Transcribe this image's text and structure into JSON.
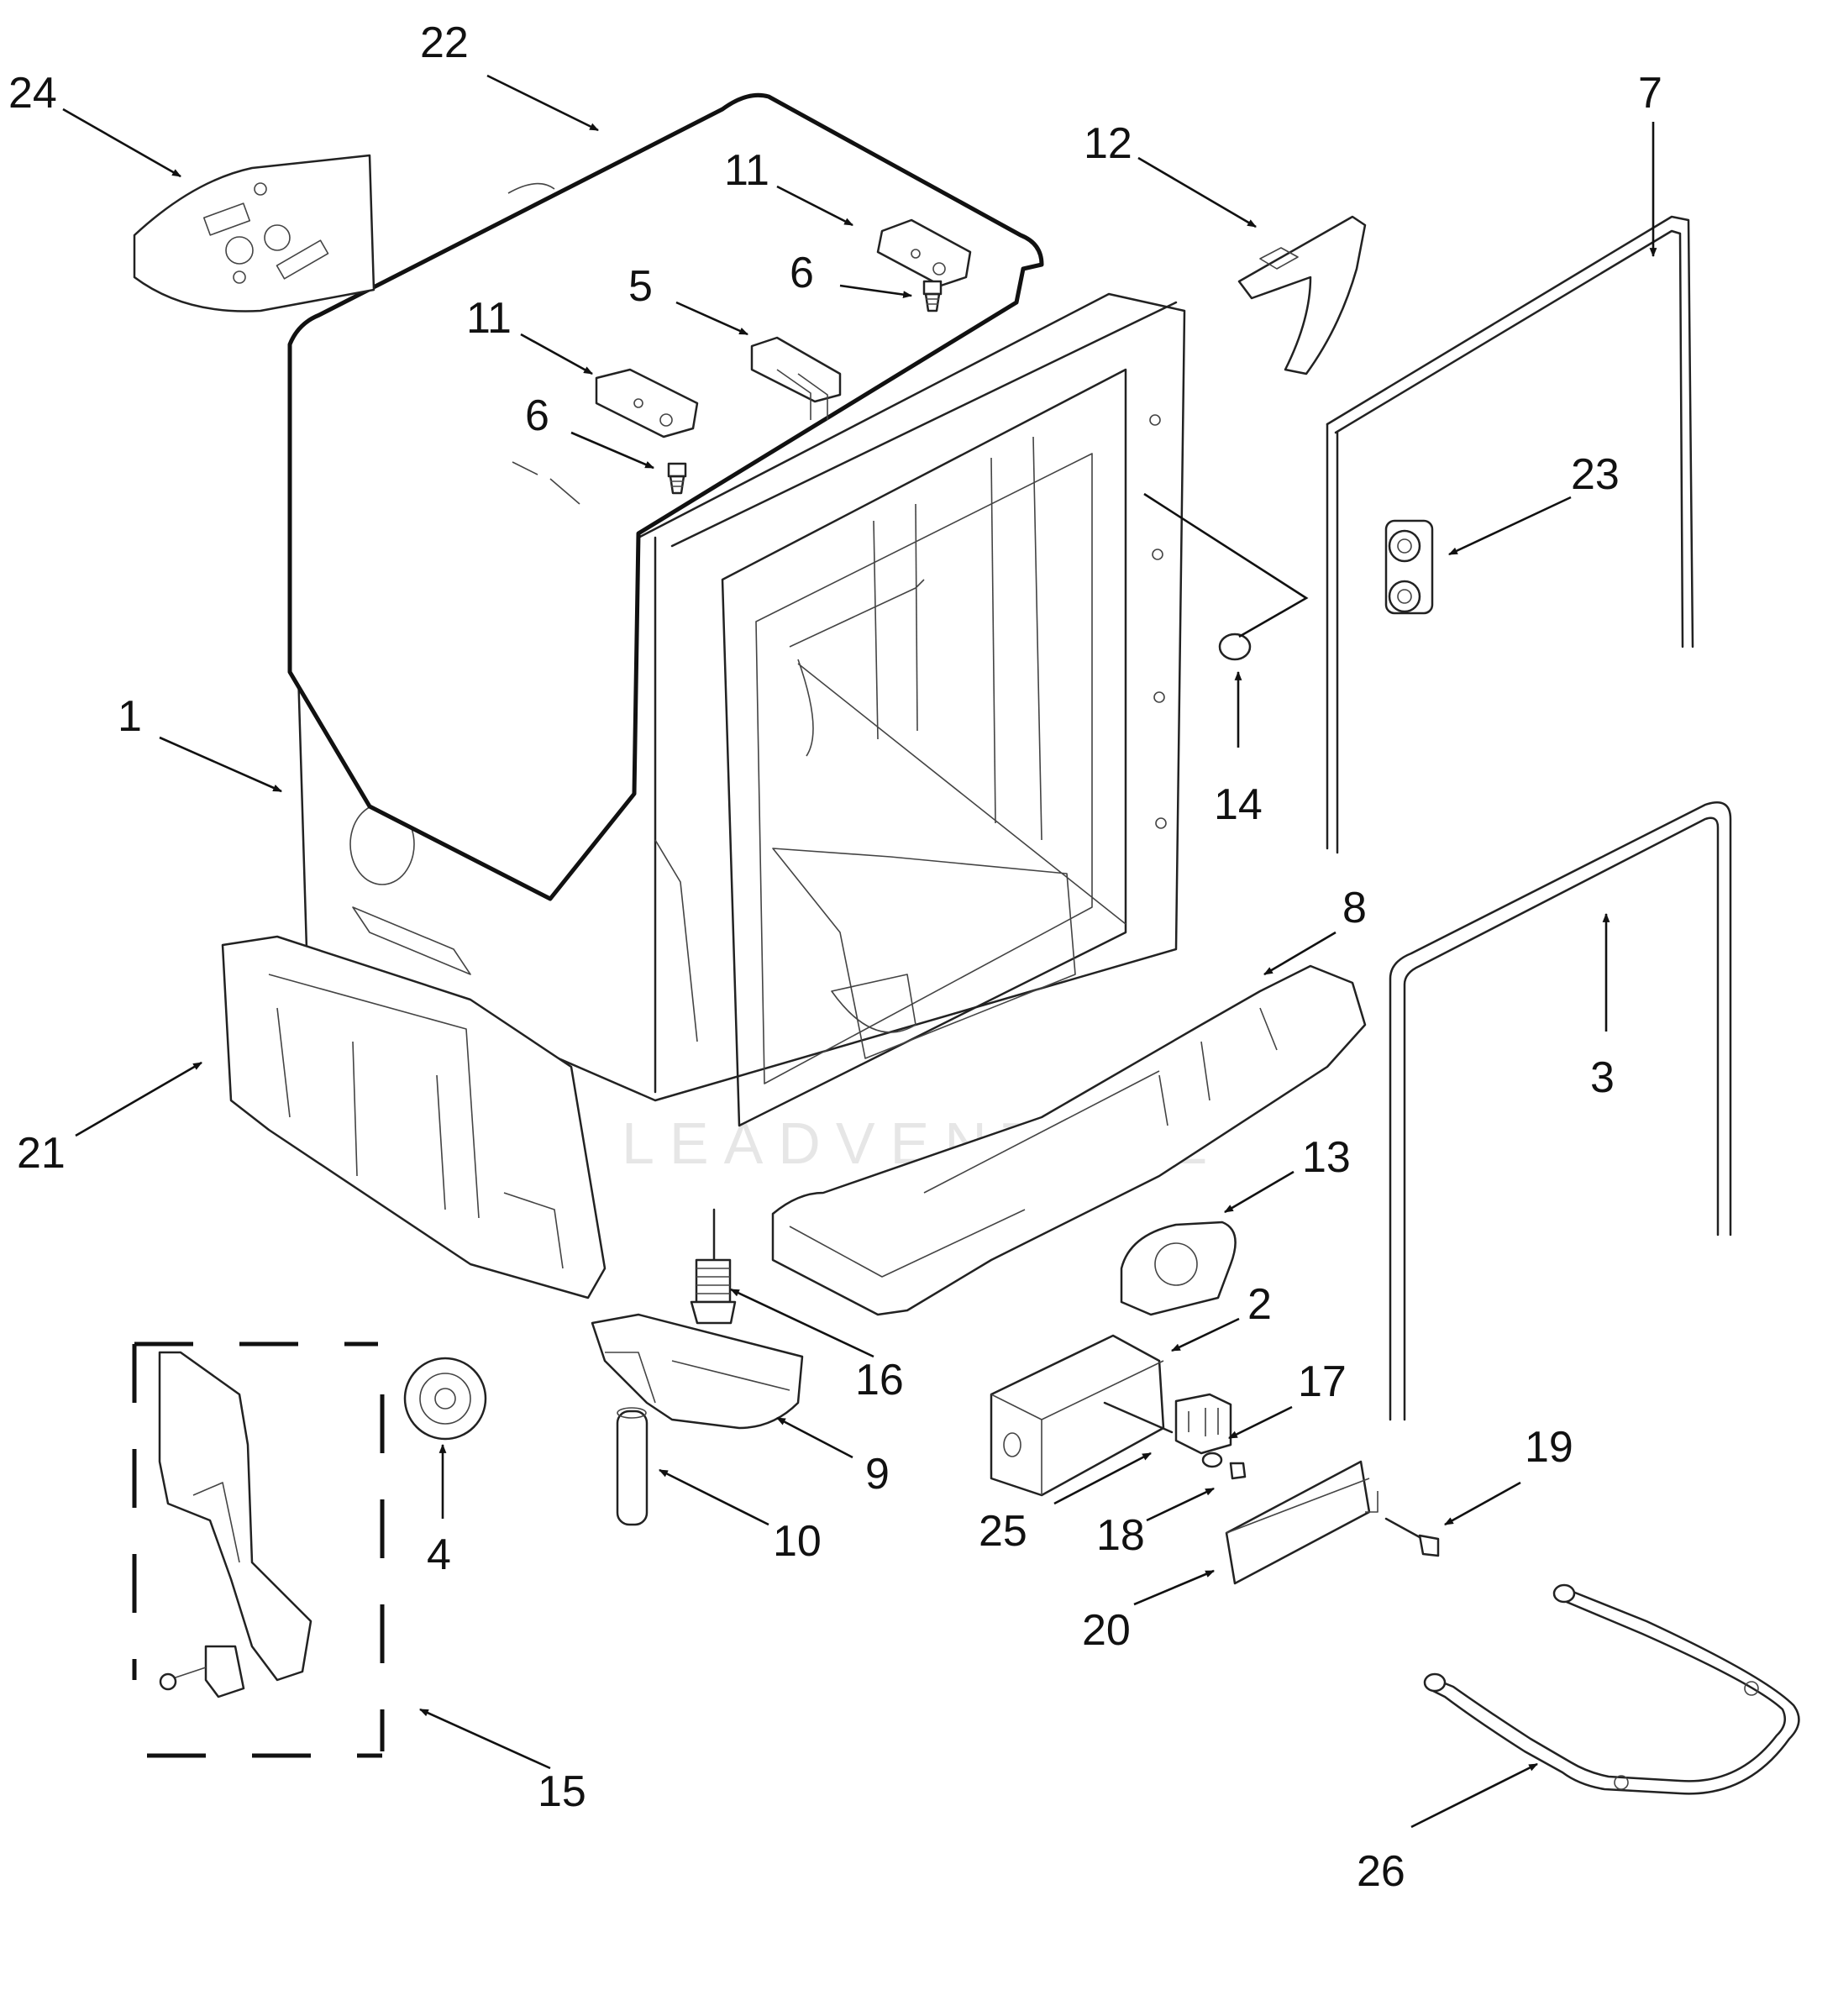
{
  "watermark": "LEADVENTURE",
  "callouts": [
    {
      "id": "c1",
      "text": "1"
    },
    {
      "id": "c2",
      "text": "2"
    },
    {
      "id": "c3",
      "text": "3"
    },
    {
      "id": "c4",
      "text": "4"
    },
    {
      "id": "c5",
      "text": "5"
    },
    {
      "id": "c6a",
      "text": "6"
    },
    {
      "id": "c6b",
      "text": "6"
    },
    {
      "id": "c7",
      "text": "7"
    },
    {
      "id": "c8",
      "text": "8"
    },
    {
      "id": "c9",
      "text": "9"
    },
    {
      "id": "c10",
      "text": "10"
    },
    {
      "id": "c11a",
      "text": "11"
    },
    {
      "id": "c11b",
      "text": "11"
    },
    {
      "id": "c12",
      "text": "12"
    },
    {
      "id": "c13",
      "text": "13"
    },
    {
      "id": "c14",
      "text": "14"
    },
    {
      "id": "c15",
      "text": "15"
    },
    {
      "id": "c16",
      "text": "16"
    },
    {
      "id": "c17",
      "text": "17"
    },
    {
      "id": "c18",
      "text": "18"
    },
    {
      "id": "c19",
      "text": "19"
    },
    {
      "id": "c20",
      "text": "20"
    },
    {
      "id": "c21",
      "text": "21"
    },
    {
      "id": "c22",
      "text": "22"
    },
    {
      "id": "c23",
      "text": "23"
    },
    {
      "id": "c24",
      "text": "24"
    },
    {
      "id": "c25",
      "text": "25"
    },
    {
      "id": "c26",
      "text": "26"
    }
  ]
}
